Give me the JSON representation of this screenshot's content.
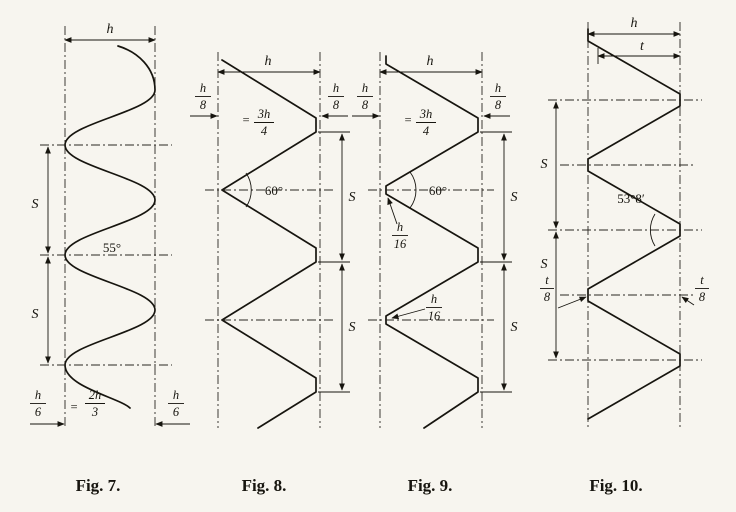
{
  "captions": [
    "Fig. 7.",
    "Fig. 8.",
    "Fig. 9.",
    "Fig. 10."
  ],
  "fig7": {
    "h": "h",
    "angle": "55°",
    "s_upper": "S",
    "s_lower": "S",
    "frac_left": {
      "num": "h",
      "den": "6"
    },
    "eq": "=",
    "frac_center": {
      "num": "2h",
      "den": "3"
    },
    "frac_right": {
      "num": "h",
      "den": "6"
    }
  },
  "fig8": {
    "h": "h",
    "frac_top_left": {
      "num": "h",
      "den": "8"
    },
    "frac_top_right": {
      "num": "h",
      "den": "8"
    },
    "eq": "=",
    "frac_depth": {
      "num": "3h",
      "den": "4"
    },
    "angle": "60°",
    "s_upper": "S",
    "s_lower": "S"
  },
  "fig9": {
    "h": "h",
    "frac_top_left": {
      "num": "h",
      "den": "8"
    },
    "frac_top_right": {
      "num": "h",
      "den": "8"
    },
    "eq": "=",
    "frac_depth": {
      "num": "3h",
      "den": "4"
    },
    "angle": "60°",
    "frac_crest_upper": {
      "num": "h",
      "den": "16"
    },
    "frac_crest_lower": {
      "num": "h",
      "den": "16"
    },
    "s_upper": "S",
    "s_lower": "S"
  },
  "fig10": {
    "h": "h",
    "t": "t",
    "angle": "53°8′",
    "s_upper": "S",
    "s_lower": "S",
    "frac_left": {
      "num": "t",
      "den": "8"
    },
    "frac_right": {
      "num": "t",
      "den": "8"
    }
  }
}
